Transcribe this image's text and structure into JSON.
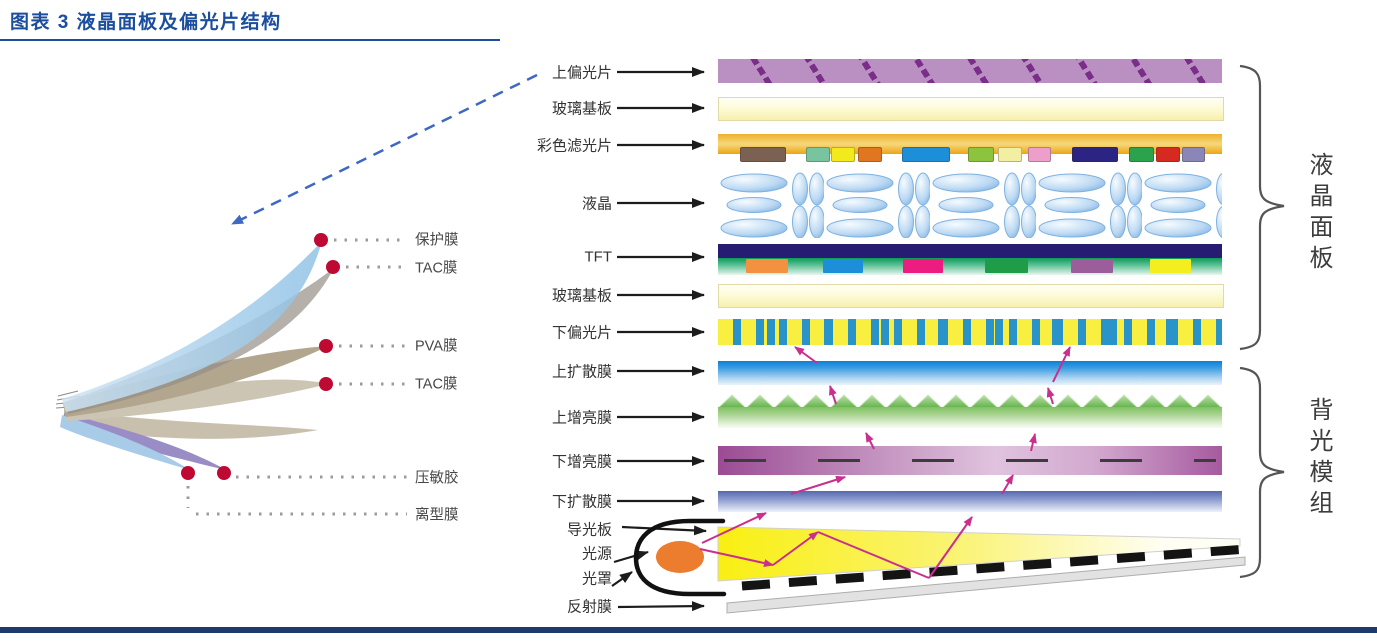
{
  "figure": {
    "title": "图表 3 液晶面板及偏光片结构"
  },
  "exploded_view": {
    "labels": [
      "保护膜",
      "TAC膜",
      "PVA膜",
      "TAC膜",
      "压敏胶",
      "离型膜"
    ]
  },
  "stack": {
    "layer_labels": [
      "上偏光片",
      "玻璃基板",
      "彩色滤光片",
      "液晶",
      "TFT",
      "玻璃基板",
      "下偏光片",
      "上扩散膜",
      "上增亮膜",
      "下增亮膜",
      "下扩散膜",
      "导光板",
      "光源",
      "光罩",
      "反射膜"
    ],
    "color_filter_chips": [
      "#7a6152",
      "#77c49e",
      "#f2ea1c",
      "#e0761f",
      "#1d8ed8",
      "#8cc43e",
      "#f2efa2",
      "#eb9fca",
      "#2b2483",
      "#2aa34c",
      "#d62a20",
      "#8a87b8"
    ],
    "tft_chips": [
      "#f29240",
      "#1d8ed8",
      "#ec1c80",
      "#1f9c47",
      "#9c5d9b",
      "#f4ee20"
    ]
  },
  "groups": {
    "lcd_panel": "液晶面板",
    "backlight_module": "背光模组"
  },
  "colors": {
    "title_accent": "#1c4e9e",
    "footer_bar": "#1e3a6b",
    "light_source_orange": "#ec7c2e",
    "light_ray_magenta": "#c92f8d",
    "callout_dot_red": "#be0a32",
    "dashed_pointer_blue": "#3e68c4",
    "upper_polarizer": "#ba90c3",
    "lower_polarizer_yellow": "#f8ef40",
    "tft_navy": "#261d73"
  }
}
